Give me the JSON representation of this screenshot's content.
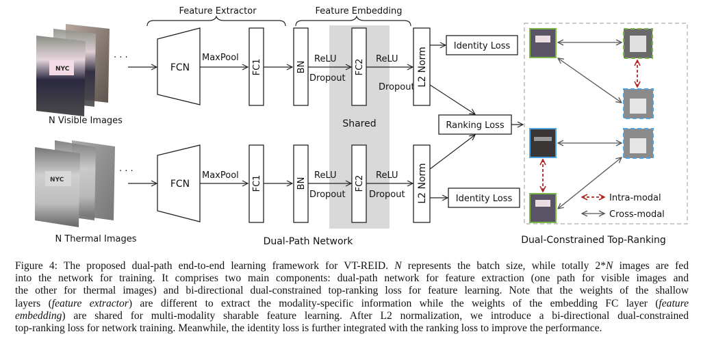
{
  "diagram": {
    "groups": {
      "feature_extractor": "Feature Extractor",
      "feature_embedding": "Feature Embedding",
      "shared": "Shared"
    },
    "inputs": {
      "visible": "N Visible Images",
      "thermal": "N Thermal Images",
      "ellipsis": "· · ·"
    },
    "blocks": {
      "fcn": "FCN",
      "fc1": "FC1",
      "bn": "BN",
      "fc2": "FC2",
      "l2norm": "L2 Norm"
    },
    "edge_labels": {
      "maxpool": "MaxPool",
      "relu": "ReLU",
      "dropout": "Dropout"
    },
    "losses": {
      "identity": "Identity Loss",
      "ranking": "Ranking Loss"
    },
    "section_titles": {
      "network": "Dual-Path Network",
      "ranking": "Dual-Constrained Top-Ranking"
    },
    "legend": {
      "intra": "Intra-modal",
      "cross": "Cross-modal"
    },
    "colors": {
      "shared_band": "#d9d9d9",
      "visible_border": "#7ab648",
      "thermal_border": "#4ea3e0",
      "intra_arrow": "#b22222",
      "cross_arrow": "#555555",
      "dashed_frame": "#aaaaaa"
    }
  },
  "caption": {
    "lines": [
      "Figure 4: The proposed dual-path end-to-end learning framework for VT-REID. ",
      "N",
      " represents the batch size, while totally 2*",
      "N",
      " images are fed",
      "into the network for training. It comprises two main components: dual-path network for feature extraction (one path for visible images and",
      "the other for thermal images) and bi-directional dual-constrained top-ranking loss for feature learning. Note that the weights of the shallow",
      "layers (",
      "feature extractor",
      ") are different to extract the modality-specific information while the weights of the embedding FC layer (",
      "feature",
      "embedding",
      ") are shared for multi-modality sharable feature learning. After L2 normalization, we introduce a bi-directional dual-constrained",
      "top-ranking loss for network training. Meanwhile, the identity loss is further integrated with the ranking loss to improve the performance."
    ]
  }
}
